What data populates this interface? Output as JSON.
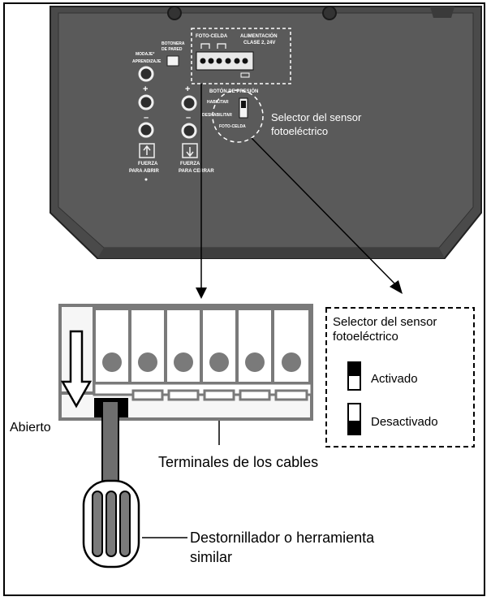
{
  "panel": {
    "pushbutton_learn": "MODAJE*",
    "learn": "APRENDIZAJE",
    "wall_button_1": "BOTONERA",
    "wall_button_2": "DE PARED",
    "photo_cell": "FOTO-CELDA",
    "power_1": "ALIMENTACIÓN",
    "power_2": "CLASE 2, 24V",
    "push_button": "BOTÓN DE PRESIÓN",
    "enable": "HABILITAR",
    "disable": "DESHABILITAR",
    "photo_cell_small": "FOTO-CELDA",
    "plus": "+",
    "minus": "–",
    "force": "FUERZA",
    "force_close_short": "FUERZA",
    "to_open": "PARA ABRIR",
    "to_close": "PARA CERRAR"
  },
  "callouts": {
    "selector_top_1": "Selector del sensor",
    "selector_top_2": "fotoeléctrico",
    "open": "Abierto",
    "terminals": "Terminales de los cables",
    "screwdriver_1": "Destornillador o herramienta",
    "screwdriver_2": "similar"
  },
  "legend": {
    "title_1": "Selector del sensor",
    "title_2": "fotoeléctrico",
    "on": "Activado",
    "off": "Desactivado"
  }
}
